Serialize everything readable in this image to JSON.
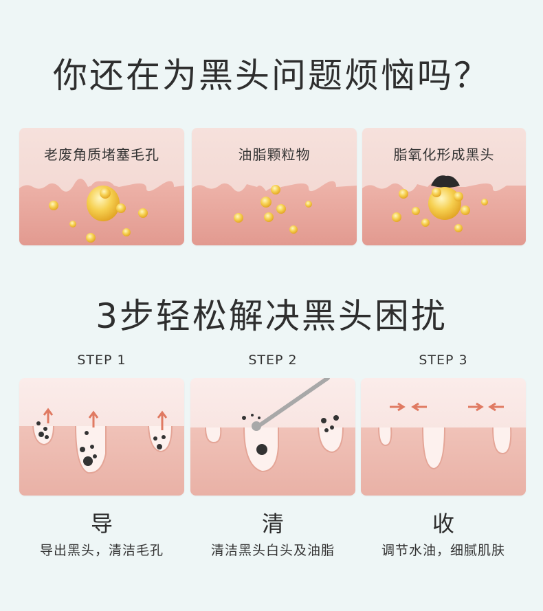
{
  "headline_problem": "你还在为黑头问题烦恼吗？",
  "problem_panels": [
    {
      "label": "老废角质堵塞毛孔"
    },
    {
      "label": "油脂颗粒物"
    },
    {
      "label": "脂氧化形成黑头"
    }
  ],
  "headline_solution": "3步轻松解决黑头困扰",
  "steps": [
    {
      "step": "STEP 1",
      "title": "导",
      "desc": "导出黑头，清洁毛孔"
    },
    {
      "step": "STEP 2",
      "title": "清",
      "desc": "清洁黑头白头及油脂"
    },
    {
      "step": "STEP 3",
      "title": "收",
      "desc": "调节水油，细腻肌肤"
    }
  ],
  "colors": {
    "background": "#eef6f6",
    "skin_top": "#f6e1dc",
    "skin_body": "#e8a79e",
    "oil_gold": "#f0c040",
    "arrow": "#e07a62"
  }
}
